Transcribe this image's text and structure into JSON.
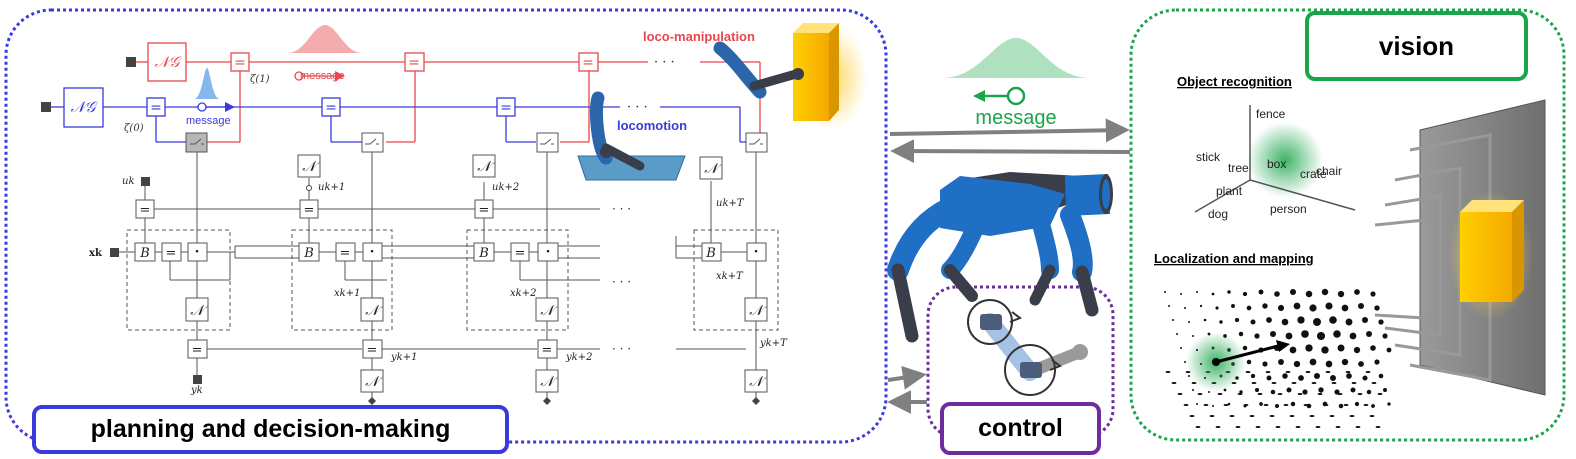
{
  "panels": {
    "planning": "planning and decision-making",
    "control": "control",
    "vision": "vision"
  },
  "factor_graph": {
    "ng": "𝒩𝒢",
    "n": "𝒩",
    "eq": "=",
    "b": "B",
    "dot": "·",
    "message": "message",
    "loco_manipulation": "loco-manipulation",
    "locomotion": "locomotion",
    "zeta0": "ζ(0)",
    "zeta1": "ζ(1)",
    "u_k": "uk",
    "u_k1": "uk+1",
    "u_k2": "uk+2",
    "u_kT": "uk+T",
    "x_k_bold": "xk",
    "x_k1": "xk+1",
    "x_k2": "xk+2",
    "x_kT": "xk+T",
    "y_k": "yk",
    "y_k1": "yk+1",
    "y_k2": "yk+2",
    "y_kT": "yk+T",
    "ellipsis": "· · ·"
  },
  "middle": {
    "message": "message"
  },
  "vision_panel": {
    "object_recognition": "Object recognition",
    "localization": "Localization and mapping",
    "words": [
      "fence",
      "stick",
      "tree",
      "box",
      "crate",
      "chair",
      "plant",
      "dog",
      "person"
    ]
  },
  "colors": {
    "blue": "#3a3adf",
    "red": "#e8474c",
    "green": "#1aa54a",
    "purple": "#6e2d9c",
    "robot_blue": "#1f6fc4",
    "robot_dark": "#3a3d4a"
  }
}
